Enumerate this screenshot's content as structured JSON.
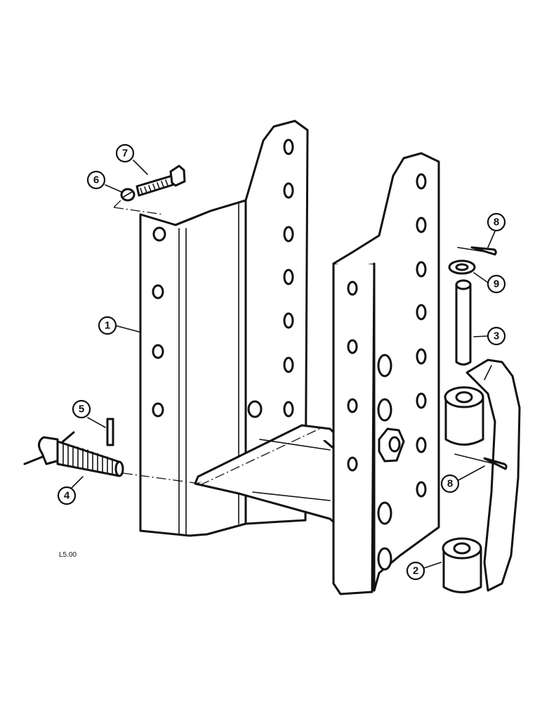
{
  "callouts": {
    "c1": "1",
    "c2": "2",
    "c3": "3",
    "c4": "4",
    "c5": "5",
    "c6": "6",
    "c7": "7",
    "c8a": "8",
    "c8b": "8",
    "c9": "9"
  },
  "reference_code": "L5.00",
  "colors": {
    "line": "#111111",
    "background": "#ffffff"
  }
}
